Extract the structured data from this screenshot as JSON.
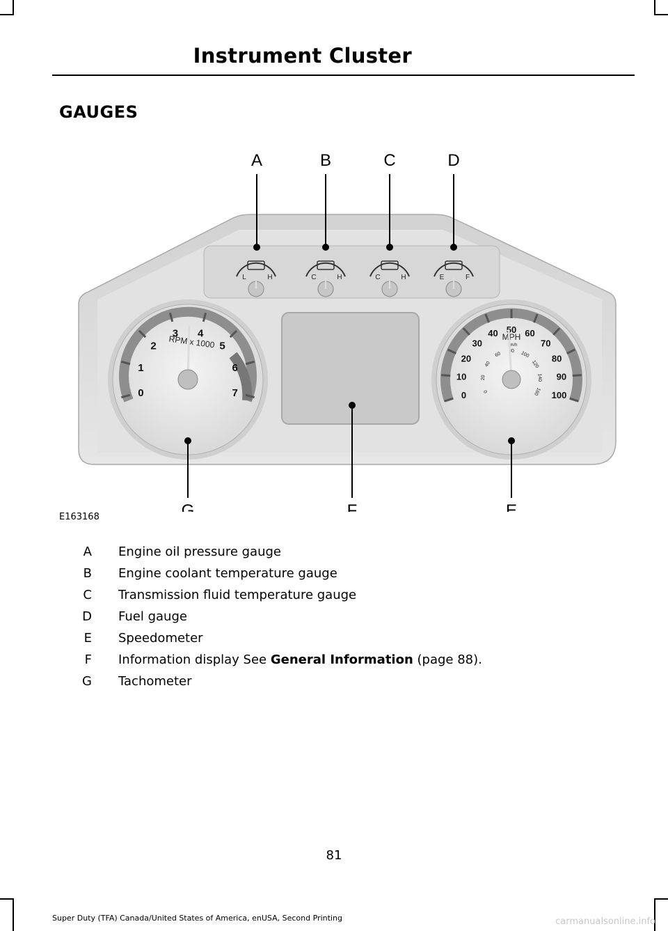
{
  "header": {
    "title": "Instrument Cluster"
  },
  "section": {
    "heading": "GAUGES"
  },
  "figure": {
    "id": "E163168",
    "callouts": [
      "A",
      "B",
      "C",
      "D",
      "E",
      "F",
      "G"
    ],
    "small_gauges": [
      {
        "low": "L",
        "high": "H",
        "icon": "oil-can-icon"
      },
      {
        "low": "C",
        "high": "H",
        "icon": "thermometer-icon"
      },
      {
        "low": "C",
        "high": "H",
        "icon": "transmission-temp-icon"
      },
      {
        "low": "E",
        "high": "F",
        "icon": "fuel-pump-icon"
      }
    ],
    "tachometer": {
      "unit_label": "RPM x 1000",
      "ticks": [
        "0",
        "1",
        "2",
        "3",
        "4",
        "5",
        "6",
        "7"
      ]
    },
    "speedometer": {
      "unit_label": "MPH",
      "sub_unit_label": "km/h",
      "mph_ticks": [
        "0",
        "10",
        "20",
        "30",
        "40",
        "50",
        "60",
        "70",
        "80",
        "90",
        "100"
      ],
      "kmh_ticks": [
        "0",
        "20",
        "40",
        "60",
        "80",
        "100",
        "120",
        "140",
        "160"
      ]
    }
  },
  "legend": [
    {
      "key": "A",
      "text": "Engine oil pressure gauge"
    },
    {
      "key": "B",
      "text": "Engine coolant temperature gauge"
    },
    {
      "key": "C",
      "text": "Transmission fluid temperature gauge"
    },
    {
      "key": "D",
      "text": "Fuel gauge"
    },
    {
      "key": "E",
      "text": "Speedometer"
    },
    {
      "key": "F",
      "text": "Information display  See ",
      "xref_title": "General Information",
      "xref_page": " (page 88)."
    },
    {
      "key": "G",
      "text": "Tachometer"
    }
  ],
  "footer": {
    "page_number": "81",
    "text": "Super Duty (TFA) Canada/United States of America, enUSA, Second Printing",
    "watermark": "carmanualsonline.info"
  }
}
